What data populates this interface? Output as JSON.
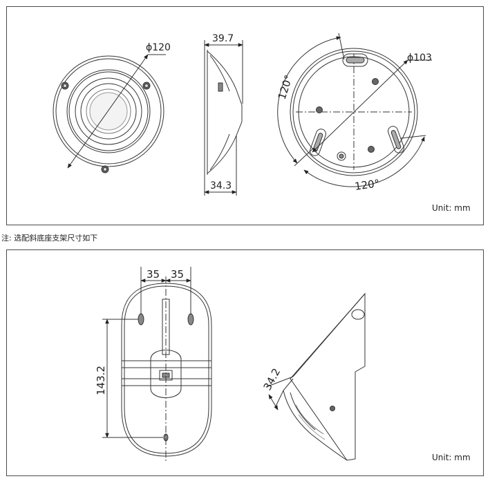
{
  "top": {
    "front": {
      "diameter": "ϕ120"
    },
    "side": {
      "width_top": "39.7",
      "width_bottom": "34.3"
    },
    "back": {
      "diameter": "ϕ103",
      "angle_left": "120°",
      "angle_bottom": "120°"
    },
    "unit": "Unit: mm"
  },
  "note": "注: 选配斜底座支架尺寸如下",
  "bottom": {
    "front": {
      "dim_left": "35",
      "dim_right": "35",
      "height": "143.2"
    },
    "side": {
      "dim": "34.2"
    },
    "unit": "Unit: mm"
  }
}
